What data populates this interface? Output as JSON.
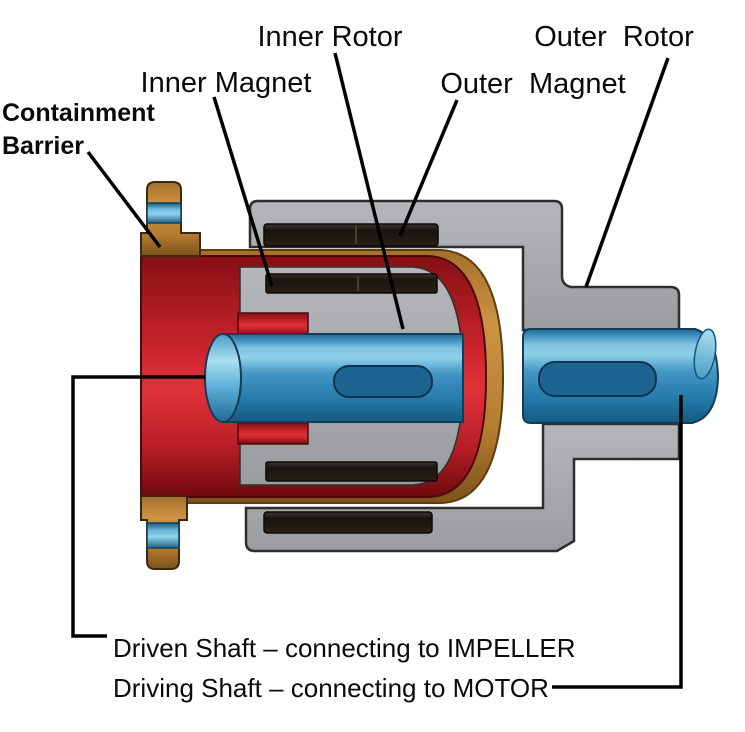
{
  "diagram": {
    "labels": {
      "inner_rotor": "Inner Rotor",
      "outer_rotor": "Outer  Rotor",
      "inner_magnet": "Inner Magnet",
      "outer_magnet": "Outer  Magnet",
      "containment_barrier_line1": "Containment",
      "containment_barrier_line2": "Barrier",
      "driven_shaft": "Driven Shaft – connecting to IMPELLER",
      "driving_shaft": "Driving Shaft – connecting to MOTOR"
    },
    "colors": {
      "outer_rotor_gray": "#a9abae",
      "magnet_black": "#1b1714",
      "inner_rotor_red": "#d2242c",
      "containment_barrier_orange": "#c18737",
      "shaft_blue": "#3f96c2",
      "keyway_blue": "#1e6490",
      "label_text": "#0a0a0a",
      "leader_line": "#000000",
      "background": "#ffffff"
    }
  }
}
